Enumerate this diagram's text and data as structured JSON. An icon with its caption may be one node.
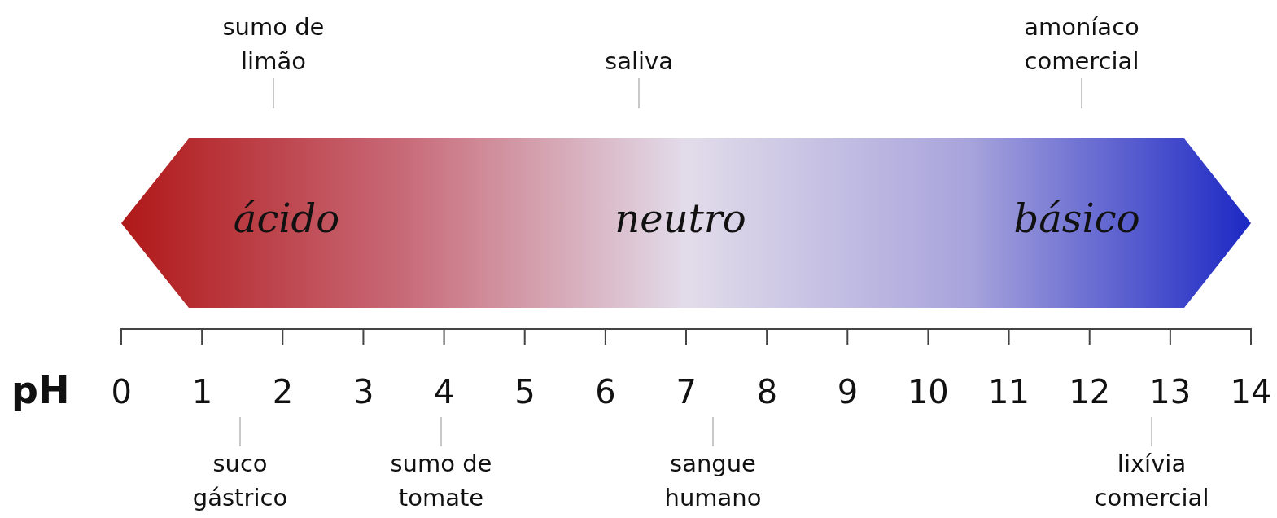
{
  "diagram": {
    "nodes": [
      {
        "text": [
          "ácido",
          "neutro",
          "básico"
        ]
      },
      {
        "text": [
          "sumo de limão"
        ]
      },
      {
        "text": [
          "saliva"
        ]
      },
      {
        "text": [
          "amoníaco comercial"
        ]
      },
      {
        "text": [
          "suco gástrico"
        ]
      },
      {
        "text": [
          "sumo de tomate"
        ]
      },
      {
        "text": [
          "sangue humano"
        ]
      },
      {
        "text": [
          "lixívia comercial"
        ]
      }
    ],
    "edges": [
      {
        "from": 1,
        "to": null,
        "arrow": "none"
      },
      {
        "from": 2,
        "to": null,
        "arrow": "none"
      },
      {
        "from": 3,
        "to": null,
        "arrow": "none"
      },
      {
        "from": 4,
        "to": null,
        "arrow": "none"
      },
      {
        "from": 5,
        "to": null,
        "arrow": "none"
      },
      {
        "from": 6,
        "to": null,
        "arrow": "none"
      },
      {
        "from": 7,
        "to": null,
        "arrow": "none"
      }
    ],
    "labels": [
      "pH",
      "0",
      "1",
      "2",
      "3",
      "4",
      "5",
      "6",
      "7",
      "8",
      "9",
      "10",
      "11",
      "12",
      "13",
      "14"
    ]
  }
}
